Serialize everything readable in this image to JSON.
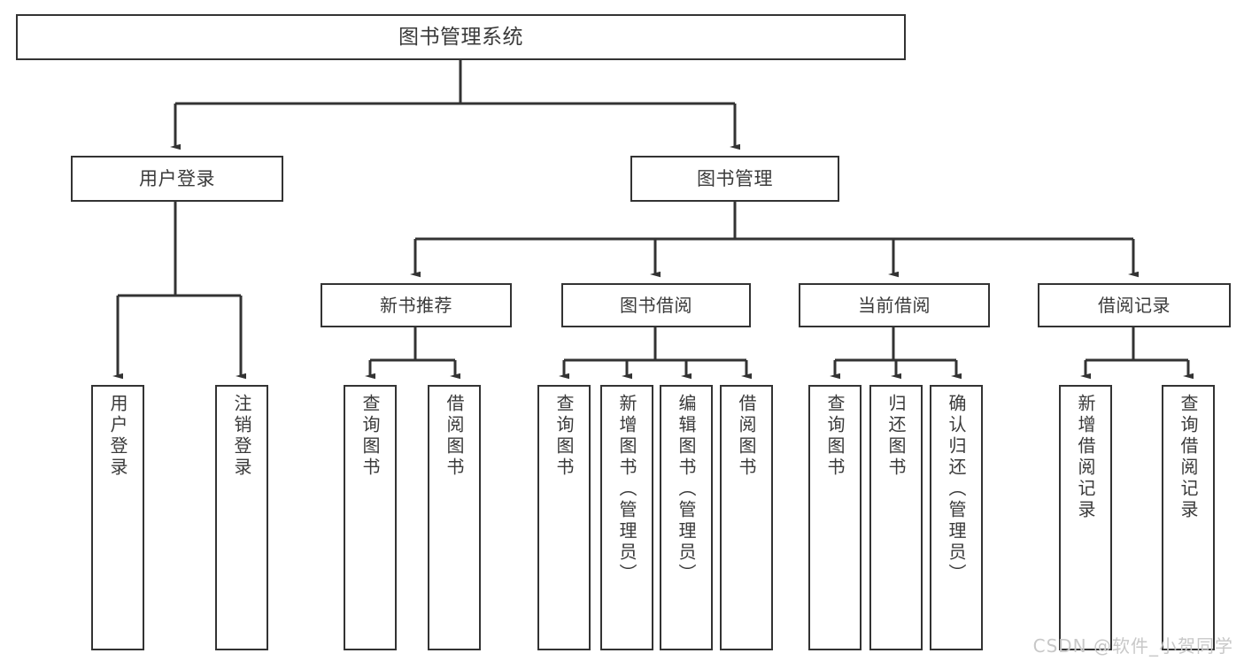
{
  "diagram": {
    "title": "图书管理系统",
    "type": "tree-hierarchy",
    "watermark": "CSDN @软件_小贺同学",
    "colors": {
      "node_border": "#333333",
      "node_fill": "#ffffff",
      "text": "#3a3a3a",
      "connector": "#333333",
      "watermark": "#c8c8c8",
      "background": "#ffffff"
    },
    "root": {
      "label": "图书管理系统"
    },
    "level2": [
      {
        "label": "用户登录"
      },
      {
        "label": "图书管理"
      }
    ],
    "level3": [
      {
        "label": "新书推荐"
      },
      {
        "label": "图书借阅"
      },
      {
        "label": "当前借阅"
      },
      {
        "label": "借阅记录"
      }
    ],
    "leaves": [
      {
        "label": "用户登录",
        "parent": "用户登录"
      },
      {
        "label": "注销登录",
        "parent": "用户登录"
      },
      {
        "label": "查询图书",
        "parent": "新书推荐"
      },
      {
        "label": "借阅图书",
        "parent": "新书推荐"
      },
      {
        "label": "查询图书",
        "parent": "图书借阅"
      },
      {
        "label": "新增图书（管理员）",
        "parent": "图书借阅"
      },
      {
        "label": "编辑图书（管理员）",
        "parent": "图书借阅"
      },
      {
        "label": "借阅图书",
        "parent": "图书借阅"
      },
      {
        "label": "查询图书",
        "parent": "当前借阅"
      },
      {
        "label": "归还图书",
        "parent": "当前借阅"
      },
      {
        "label": "确认归还（管理员）",
        "parent": "当前借阅"
      },
      {
        "label": "新增借阅记录",
        "parent": "借阅记录"
      },
      {
        "label": "查询借阅记录",
        "parent": "借阅记录"
      }
    ]
  }
}
